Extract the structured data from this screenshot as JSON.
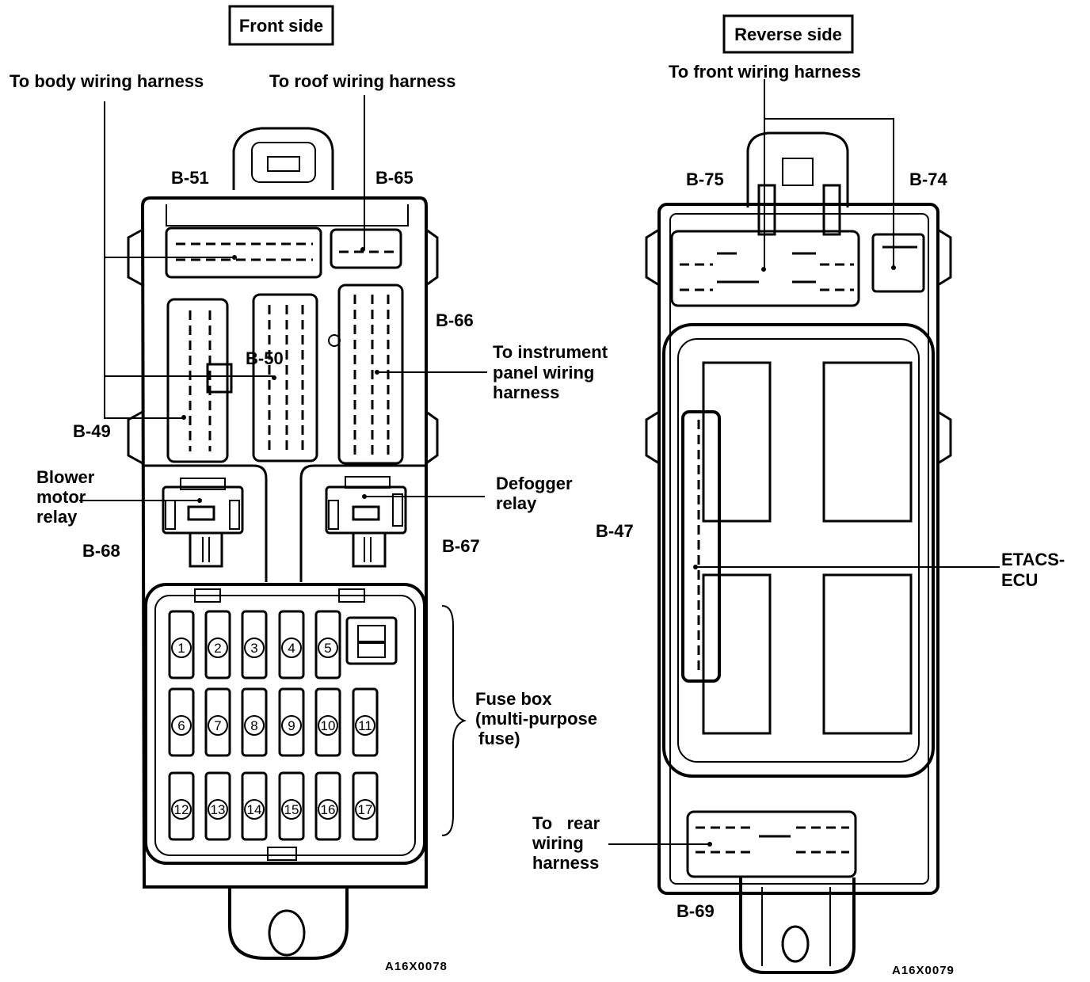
{
  "front": {
    "title": "Front side",
    "labels": {
      "body_harness": "To body wiring harness",
      "roof_harness": "To roof wiring harness",
      "b51": "B-51",
      "b65": "B-65",
      "b66": "B-66",
      "b50": "B-50",
      "b49": "B-49",
      "instrument_1": "To instrument",
      "instrument_2": "panel  wiring",
      "instrument_3": "harness",
      "blower_1": "Blower",
      "blower_2": "motor",
      "blower_3": "relay",
      "defogger_1": "Defogger",
      "defogger_2": "relay",
      "b68": "B-68",
      "b67": "B-67",
      "fusebox_1": "Fuse box",
      "fusebox_2": "(multi-purpose",
      "fusebox_3": "fuse)",
      "code": "A16X0078"
    },
    "fuses": [
      "1",
      "2",
      "3",
      "4",
      "5",
      "6",
      "7",
      "8",
      "9",
      "10",
      "11",
      "12",
      "13",
      "14",
      "15",
      "16",
      "17"
    ]
  },
  "reverse": {
    "title": "Reverse side",
    "labels": {
      "front_harness": "To front wiring harness",
      "b75": "B-75",
      "b74": "B-74",
      "b47": "B-47",
      "etacs_1": "ETACS-",
      "etacs_2": "ECU",
      "rear_1": "To   rear",
      "rear_2": "wiring",
      "rear_3": "harness",
      "b69": "B-69",
      "code": "A16X0079"
    }
  }
}
